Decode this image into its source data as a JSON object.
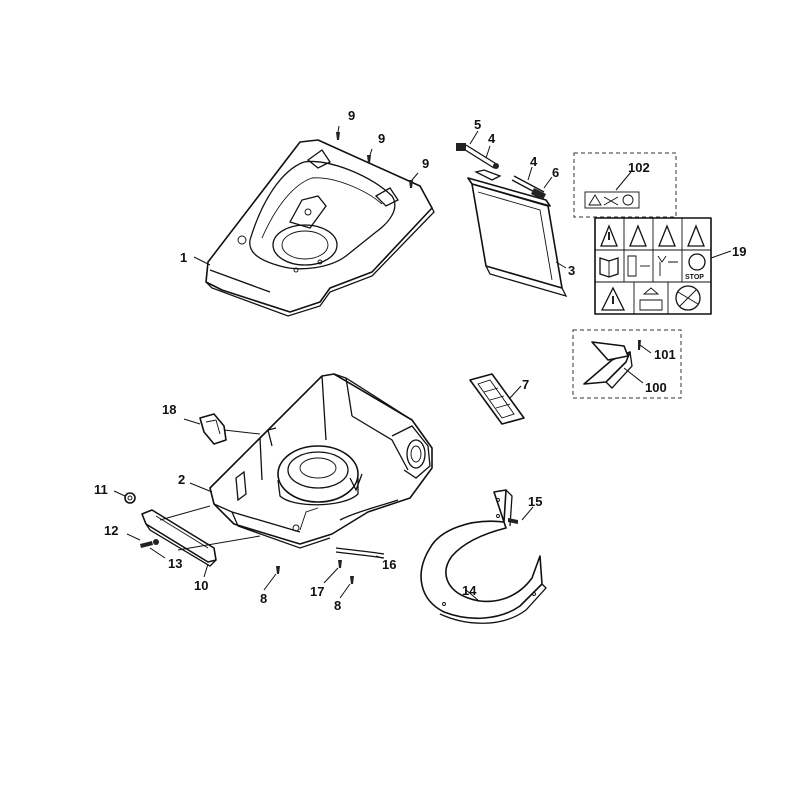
{
  "callouts": {
    "c1": "1",
    "c2": "2",
    "c3": "3",
    "c4a": "4",
    "c4b": "4",
    "c5": "5",
    "c6": "6",
    "c7": "7",
    "c8a": "8",
    "c8b": "8",
    "c9a": "9",
    "c9b": "9",
    "c9c": "9",
    "c10": "10",
    "c11": "11",
    "c12": "12",
    "c13": "13",
    "c14": "14",
    "c15": "15",
    "c16": "16",
    "c17": "17",
    "c18": "18",
    "c19": "19",
    "c100": "100",
    "c101": "101",
    "c102": "102"
  },
  "label_sheet": {
    "stop_text": "STOP"
  },
  "icons": [
    "warning-triangle-icon",
    "manual-book-icon",
    "stop-blade-icon",
    "hand-blade-icon"
  ]
}
